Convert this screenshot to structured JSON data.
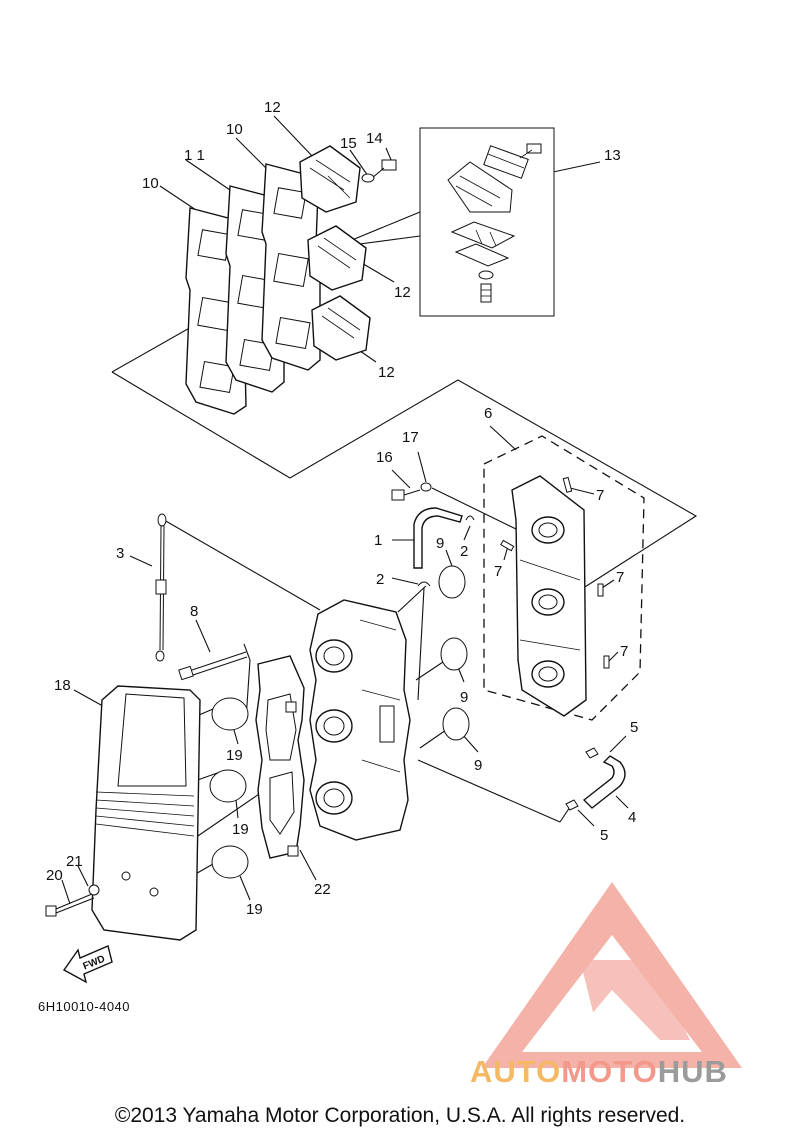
{
  "diagram": {
    "callouts": [
      {
        "id": "c1",
        "text": "1"
      },
      {
        "id": "c2a",
        "text": "2"
      },
      {
        "id": "c2b",
        "text": "2"
      },
      {
        "id": "c3",
        "text": "3"
      },
      {
        "id": "c4",
        "text": "4"
      },
      {
        "id": "c5a",
        "text": "5"
      },
      {
        "id": "c5b",
        "text": "5"
      },
      {
        "id": "c6",
        "text": "6"
      },
      {
        "id": "c7a",
        "text": "7"
      },
      {
        "id": "c7b",
        "text": "7"
      },
      {
        "id": "c7c",
        "text": "7"
      },
      {
        "id": "c7d",
        "text": "7"
      },
      {
        "id": "c8",
        "text": "8"
      },
      {
        "id": "c9a",
        "text": "9"
      },
      {
        "id": "c9b",
        "text": "9"
      },
      {
        "id": "c9c",
        "text": "9"
      },
      {
        "id": "c10a",
        "text": "10"
      },
      {
        "id": "c10b",
        "text": "10"
      },
      {
        "id": "c11",
        "text": "1 1"
      },
      {
        "id": "c12a",
        "text": "12"
      },
      {
        "id": "c12b",
        "text": "12"
      },
      {
        "id": "c12c",
        "text": "12"
      },
      {
        "id": "c13",
        "text": "13"
      },
      {
        "id": "c14",
        "text": "14"
      },
      {
        "id": "c15",
        "text": "15"
      },
      {
        "id": "c16",
        "text": "16"
      },
      {
        "id": "c17",
        "text": "17"
      },
      {
        "id": "c18",
        "text": "18"
      },
      {
        "id": "c19a",
        "text": "19"
      },
      {
        "id": "c19b",
        "text": "19"
      },
      {
        "id": "c19c",
        "text": "19"
      },
      {
        "id": "c20",
        "text": "20"
      },
      {
        "id": "c21",
        "text": "21"
      },
      {
        "id": "c22",
        "text": "22"
      }
    ],
    "fwd_label": "FWD",
    "diagram_code": "6H10010-4040"
  },
  "watermark": {
    "part1": "AUTO",
    "part2": "MOTO",
    "part3": "HUB",
    "colors": {
      "orange": "#f5b865",
      "salmon": "#f3998c",
      "gray": "#9b9b9b"
    }
  },
  "copyright": "©2013 Yamaha Motor Corporation, U.S.A. All rights reserved."
}
